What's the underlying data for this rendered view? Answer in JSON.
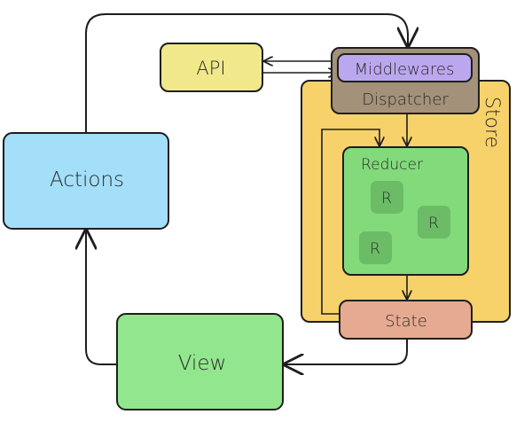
{
  "diagram": {
    "nodes": {
      "actions": {
        "label": "Actions",
        "color": "#a3dff8"
      },
      "api": {
        "label": "API",
        "color": "#f1e88c"
      },
      "store": {
        "label": "Store",
        "color": "#f7d26a"
      },
      "dispatcher": {
        "label": "Dispatcher",
        "color": "#a39179"
      },
      "middlewares": {
        "label": "Middlewares",
        "color": "#bba7ee"
      },
      "reducer": {
        "label": "Reducer",
        "color": "#82da7b"
      },
      "reducer_items": [
        {
          "label": "R",
          "color": "#6cbc67"
        },
        {
          "label": "R",
          "color": "#6cbc67"
        },
        {
          "label": "R",
          "color": "#6cbc67"
        }
      ],
      "state": {
        "label": "State",
        "color": "#e6aa91"
      },
      "view": {
        "label": "View",
        "color": "#92e78e"
      }
    },
    "edges": [
      {
        "from": "Actions",
        "to": "Middlewares"
      },
      {
        "from": "Middlewares",
        "to": "API"
      },
      {
        "from": "API",
        "to": "Middlewares"
      },
      {
        "from": "Dispatcher",
        "to": "Reducer"
      },
      {
        "from": "State",
        "to": "Reducer"
      },
      {
        "from": "Reducer",
        "to": "State"
      },
      {
        "from": "State",
        "to": "View"
      },
      {
        "from": "View",
        "to": "Actions"
      }
    ],
    "stroke_color": "#1e1e1e"
  }
}
